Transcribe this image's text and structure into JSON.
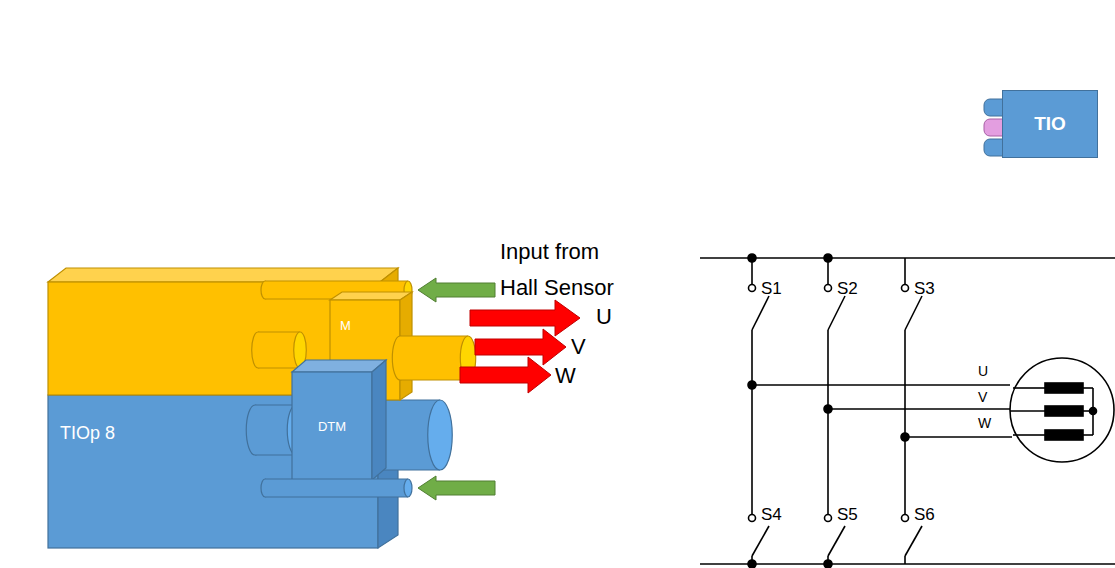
{
  "diagram": {
    "nodes": [
      {
        "text": [
          "TIO"
        ]
      },
      {
        "text": [
          "TIOp 8"
        ]
      },
      {
        "text": [
          "DTM"
        ]
      }
    ],
    "labels": [
      "Input from Hall Sensor",
      "U",
      "V",
      "W",
      "M",
      "S1",
      "S2",
      "S3",
      "U",
      "V",
      "W",
      "S4",
      "S5",
      "S6"
    ]
  }
}
